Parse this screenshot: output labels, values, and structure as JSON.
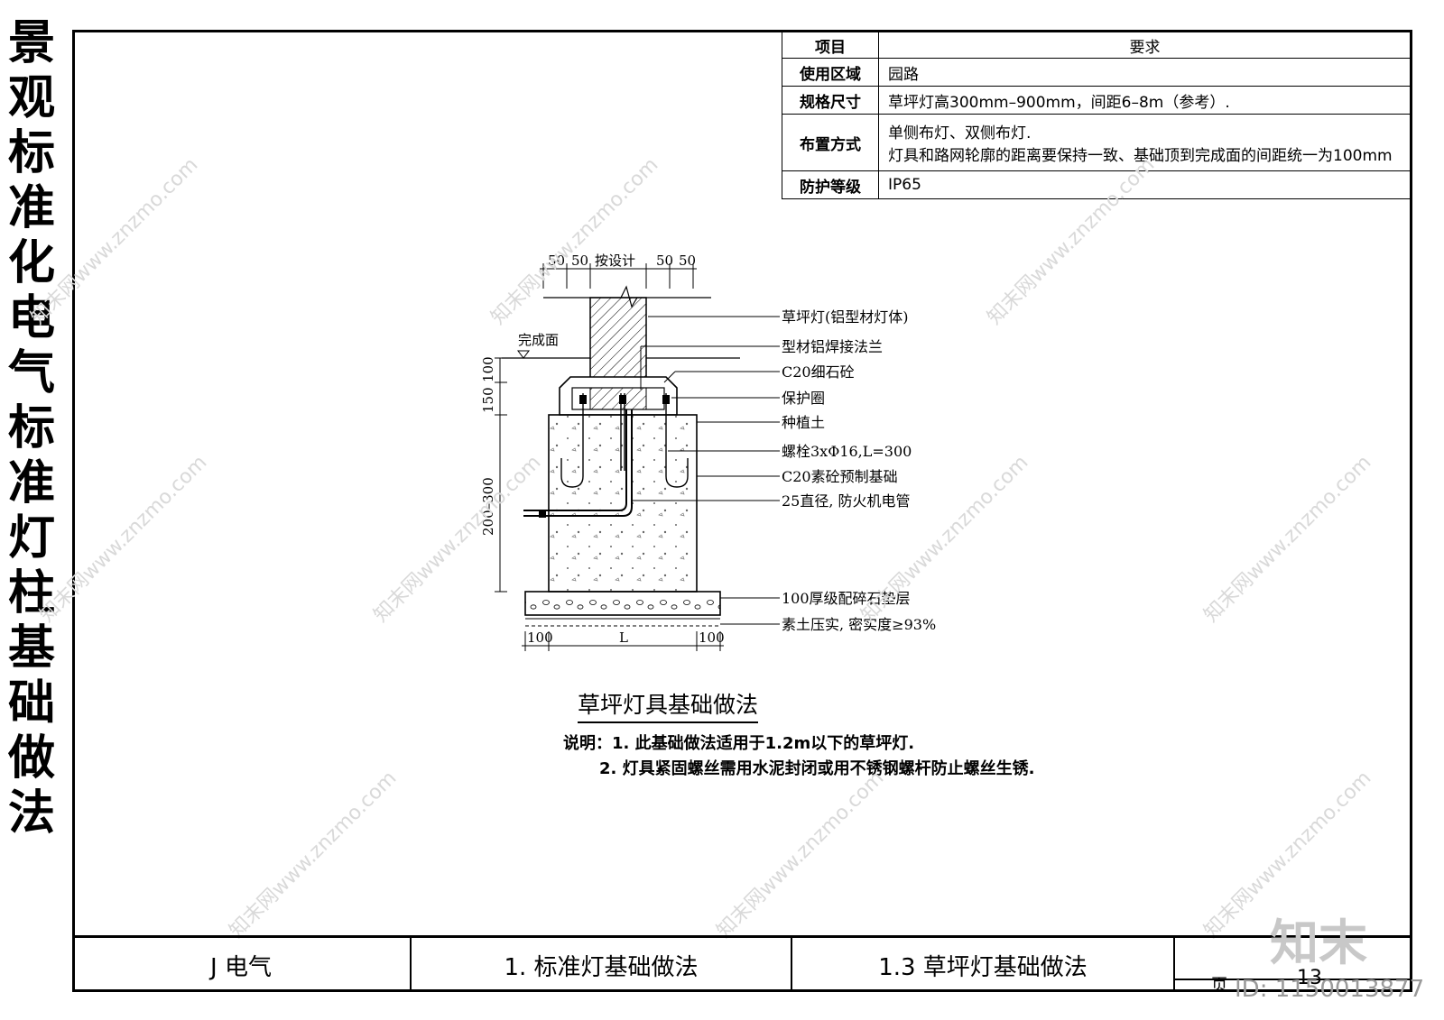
{
  "side_title": [
    "景",
    "观",
    "标",
    "准",
    "化",
    "电",
    "气",
    "标",
    "准",
    "灯",
    "柱",
    "基",
    "础",
    "做",
    "法"
  ],
  "requirements": {
    "header_item": "项目",
    "header_req": "要求",
    "rows": [
      {
        "key": "使用区域",
        "value": "园路",
        "value2": ""
      },
      {
        "key": "规格尺寸",
        "value": "草坪灯高300mm–900mm，间距6–8m（参考）.",
        "value2": ""
      },
      {
        "key": "布置方式",
        "value": "单侧布灯、双侧布灯.",
        "value2": "灯具和路网轮廓的距离要保持一致、基础顶到完成面的间距统一为100mm"
      },
      {
        "key": "防护等级",
        "value": "IP65",
        "value2": ""
      }
    ]
  },
  "drawing": {
    "dims_top": [
      "50",
      "50",
      "按设计",
      "50",
      "50"
    ],
    "finish_label": "完成面",
    "dims_left": [
      "100",
      "150",
      "200–300"
    ],
    "dims_bottom": [
      "100",
      "L",
      "100"
    ],
    "callouts": [
      "草坪灯(铝型材灯体)",
      "型材铝焊接法兰",
      "C20细石砼",
      "保护圈",
      "种植土",
      "螺栓3xΦ16,L=300",
      "C20素砼预制基础",
      "25直径, 防火机电管",
      "100厚级配碎石垫层",
      "素土压实, 密实度≥93%"
    ],
    "title": "草坪灯具基础做法",
    "note1": "说明：1. 此基础做法适用于1.2m以下的草坪灯.",
    "note2": "2. 灯具紧固螺丝需用水泥封闭或用不锈钢螺杆防止螺丝生锈."
  },
  "title_block": {
    "section": "J 电气",
    "chapter": "1. 标准灯基础做法",
    "item": "1.3 草坪灯基础做法",
    "page_label": "页",
    "page_no": "13"
  },
  "watermark": {
    "text": "知末网www.znzmo.com",
    "brand": "知末",
    "id": "ID: 1150013877"
  }
}
